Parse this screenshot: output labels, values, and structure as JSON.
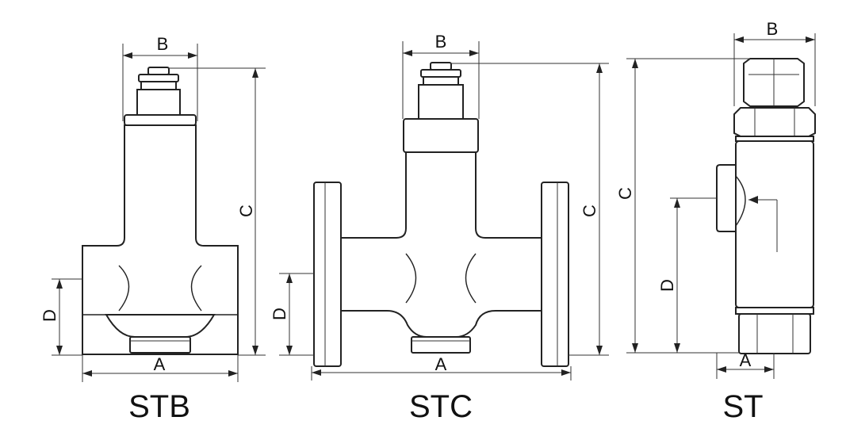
{
  "dimension_labels": {
    "a": "A",
    "b": "B",
    "c": "C",
    "d": "D"
  },
  "models": [
    {
      "label": "STB"
    },
    {
      "label": "STC"
    },
    {
      "label": "ST"
    }
  ],
  "colors": {
    "line": "#222222",
    "background": "#ffffff"
  }
}
